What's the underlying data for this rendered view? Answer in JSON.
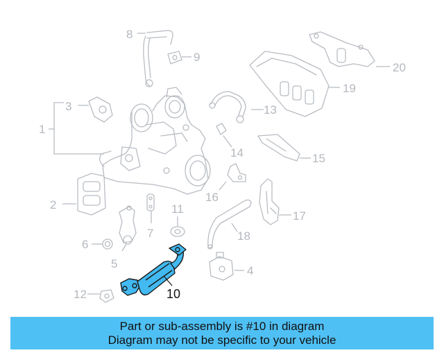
{
  "callouts": [
    "1",
    "2",
    "3",
    "4",
    "5",
    "6",
    "7",
    "8",
    "9",
    "10",
    "11",
    "12",
    "13",
    "14",
    "15",
    "16",
    "17",
    "18",
    "19",
    "20"
  ],
  "highlight_color": "#42b9f0",
  "banner": {
    "line1": "Part or sub-assembly is #10 in diagram",
    "line2": "Diagram may not be specific to your vehicle",
    "background": "#4fc0f4"
  }
}
